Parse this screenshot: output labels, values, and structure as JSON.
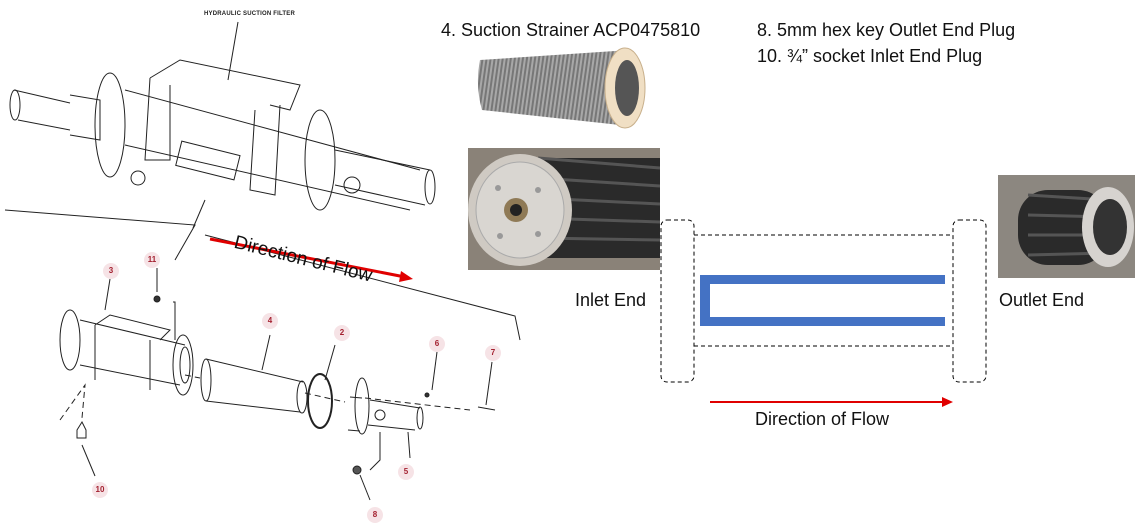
{
  "drawing": {
    "title": "HYDRAULIC SUCTION FILTER",
    "flow_label": "Direction of Flow",
    "part_numbers": [
      "3",
      "11",
      "4",
      "2",
      "6",
      "7",
      "10",
      "5",
      "8"
    ]
  },
  "notes": {
    "strainer": "4. Suction Strainer ACP0475810",
    "outlet_plug": "8. 5mm hex key Outlet End Plug",
    "inlet_plug": "10. ¾” socket Inlet End Plug"
  },
  "schematic": {
    "inlet_label": "Inlet End",
    "outlet_label": "Outlet End",
    "flow_label": "Direction of Flow"
  },
  "colors": {
    "arrow": "#e00000",
    "element": "#4472c4",
    "part_badge_bg": "#f6e3e6",
    "part_badge_text": "#a3202f"
  }
}
